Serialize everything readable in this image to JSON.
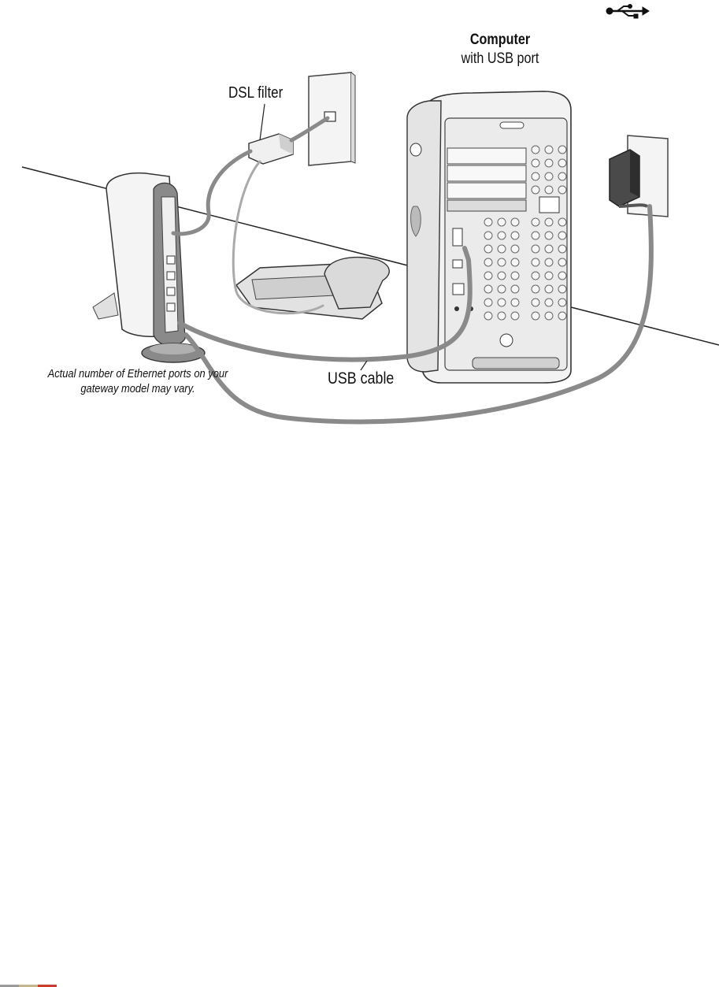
{
  "labels": {
    "computer_title": "Computer",
    "computer_subtitle": "with USB port",
    "dsl_filter": "DSL filter",
    "usb_cable": "USB cable",
    "ethernet_note": "Actual number of Ethernet ports on your gateway model may vary."
  },
  "icons": {
    "corner_symbol": "usb-icon"
  },
  "colors": {
    "cable": "#8a8a8a",
    "device_body": "#eeeeee",
    "outline": "#333333",
    "adapter": "#555555",
    "footer_1": "#9a9a9a",
    "footer_2": "#c8b48a",
    "footer_3": "#d03a2a"
  }
}
